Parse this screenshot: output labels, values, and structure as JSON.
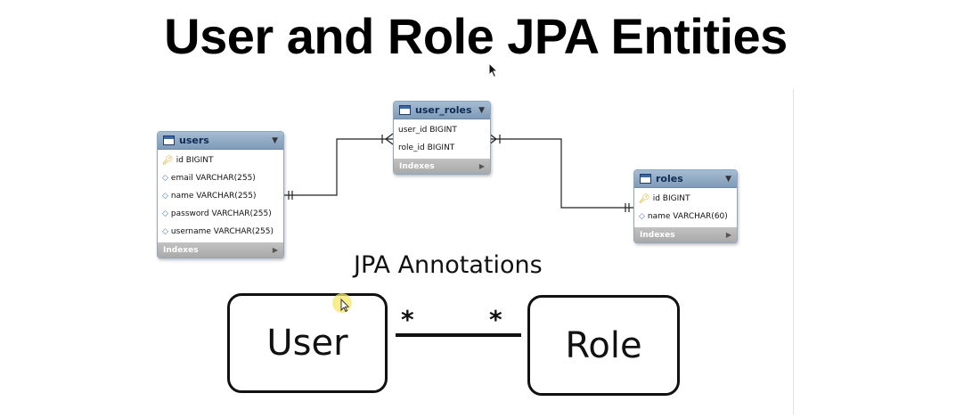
{
  "title": "User and Role JPA Entities",
  "er_diagram": {
    "tables": {
      "users": {
        "name": "users",
        "columns": [
          {
            "icon": "primary-key",
            "label": "id BIGINT"
          },
          {
            "icon": "column",
            "label": "email VARCHAR(255)"
          },
          {
            "icon": "column",
            "label": "name VARCHAR(255)"
          },
          {
            "icon": "column",
            "label": "password VARCHAR(255)"
          },
          {
            "icon": "column",
            "label": "username VARCHAR(255)"
          }
        ],
        "indexes_label": "Indexes"
      },
      "user_roles": {
        "name": "user_roles",
        "columns": [
          {
            "icon": "none",
            "label": "user_id BIGINT"
          },
          {
            "icon": "none",
            "label": "role_id BIGINT"
          }
        ],
        "indexes_label": "Indexes"
      },
      "roles": {
        "name": "roles",
        "columns": [
          {
            "icon": "primary-key",
            "label": "id BIGINT"
          },
          {
            "icon": "column",
            "label": "name VARCHAR(60)"
          }
        ],
        "indexes_label": "Indexes"
      }
    },
    "relationships": [
      {
        "from": "users",
        "to": "user_roles",
        "type": "one-to-many"
      },
      {
        "from": "roles",
        "to": "user_roles",
        "type": "one-to-many"
      }
    ]
  },
  "uml": {
    "heading": "JPA Annotations",
    "left_entity": "User",
    "right_entity": "Role",
    "left_multiplicity": "*",
    "right_multiplicity": "*"
  },
  "colors": {
    "table_header": "#8fa9c5",
    "indexes_bar": "#b3b3b3",
    "primary_key": "#d7a400",
    "text": "#111111"
  }
}
